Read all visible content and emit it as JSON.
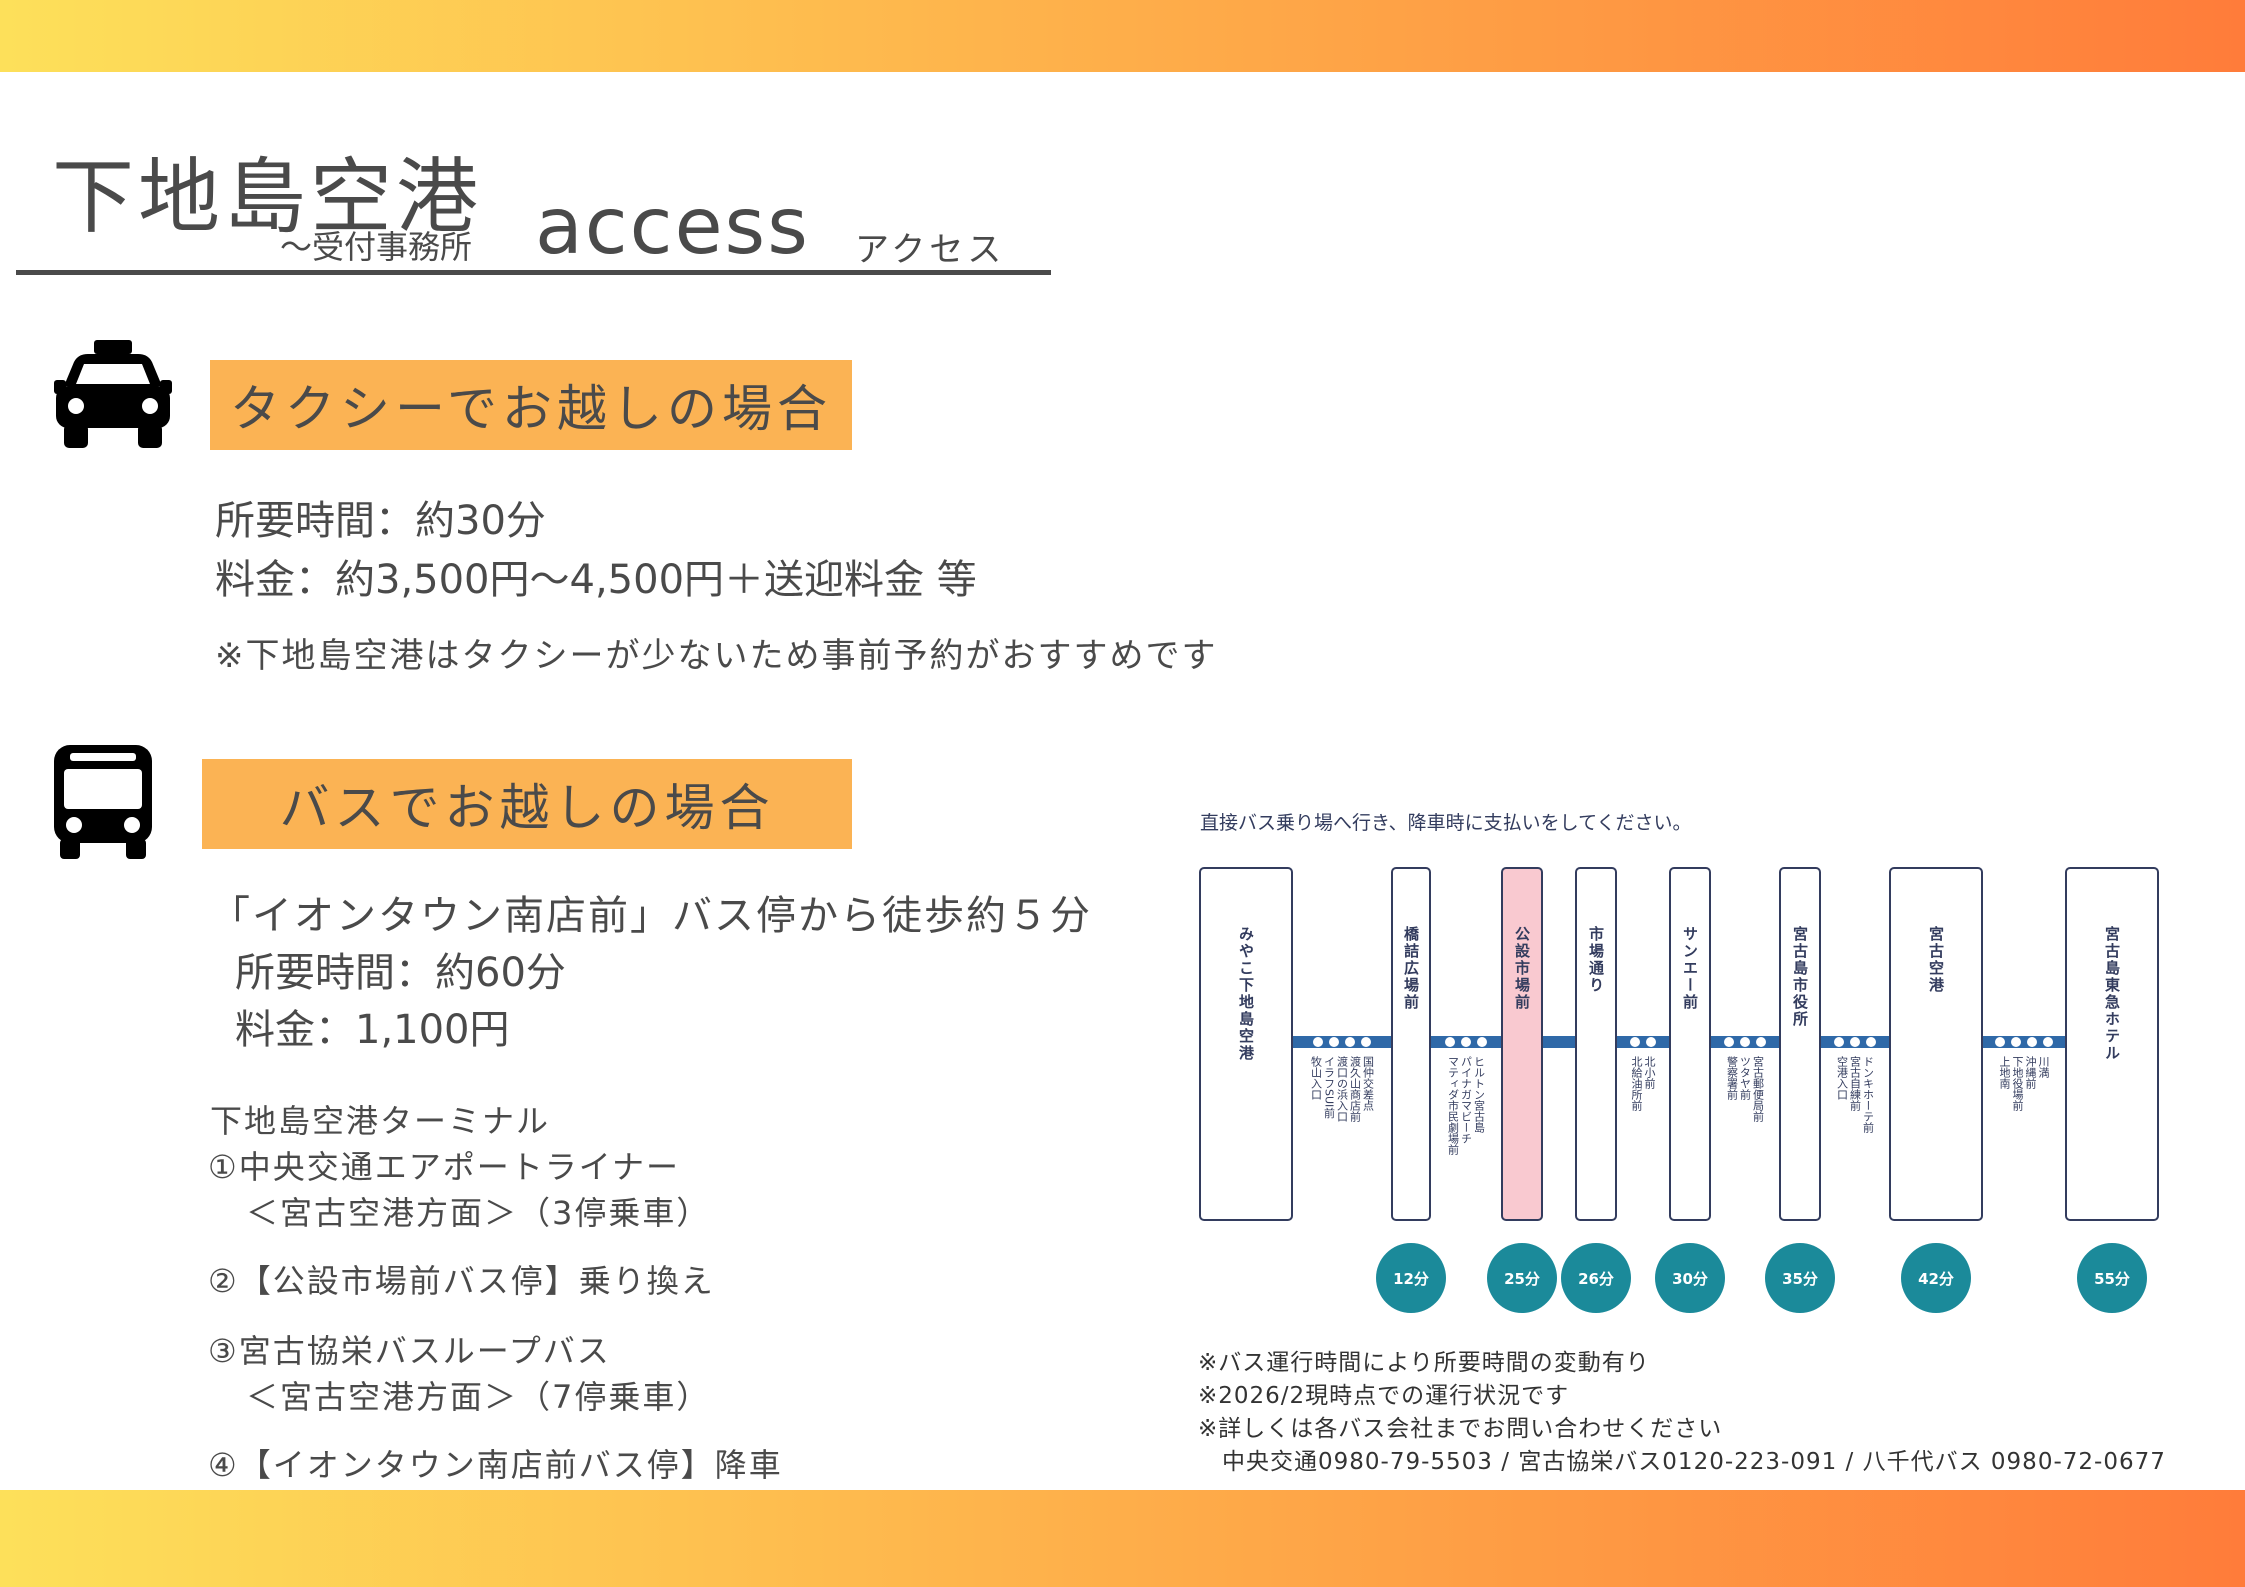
{
  "header": {
    "title": "下地島空港",
    "subtitle": "～受付事務所",
    "access": "access",
    "access_kana": "アクセス"
  },
  "taxi": {
    "heading": "タクシーでお越しの場合",
    "icon": "taxi-icon",
    "time": "所要時間：約30分",
    "fare": "料金：約3,500円～4,500円＋送迎料金 等",
    "note": "※下地島空港はタクシーが少ないため事前予約がおすすめです"
  },
  "bus": {
    "heading": "バスでお越しの場合",
    "icon": "bus-icon",
    "lead": "「イオンタウン南店前」バス停から徒歩約５分",
    "time": "所要時間：約60分",
    "fare": "料金：1,100円",
    "steps": [
      "下地島空港ターミナル",
      "①中央交通エアポートライナー",
      "＜宮古空港方面＞（3停乗車）",
      "②【公設市場前バス停】乗り換え",
      "③宮古協栄バスループバス",
      "＜宮古空港方面＞（7停乗車）",
      "④【イオンタウン南店前バス停】降車"
    ]
  },
  "route": {
    "caption": "直接バス乗り場へ行き、降車時に支払いをしてください。",
    "line_color": "#2f69a8",
    "badge_color": "#1b8a9a",
    "highlight_color": "#f9c9d0",
    "stops": [
      {
        "name": "みやこ下地島空港",
        "minutes": "",
        "highlight": false
      },
      {
        "name": "橋詰広場前",
        "minutes": "12分",
        "highlight": false
      },
      {
        "name": "公設市場前",
        "minutes": "25分",
        "highlight": true
      },
      {
        "name": "市場通り",
        "minutes": "26分",
        "highlight": false
      },
      {
        "name": "サンエー前",
        "minutes": "30分",
        "highlight": false
      },
      {
        "name": "宮古島市役所",
        "minutes": "35分",
        "highlight": false
      },
      {
        "name": "宮古空港",
        "minutes": "42分",
        "highlight": false
      },
      {
        "name": "宮古島東急ホテル",
        "minutes": "55分",
        "highlight": false
      }
    ],
    "between": [
      {
        "dots": 4,
        "labels": [
          "国仲交差点",
          "渡久山商店前",
          "渡口の浜入口",
          "イラフSUI前",
          "牧山入口"
        ]
      },
      {
        "dots": 3,
        "labels": [
          "ヒルトン宮古島",
          "パイナガマビーチ",
          "マティダ市民劇場前"
        ]
      },
      {
        "dots": 0,
        "labels": []
      },
      {
        "dots": 2,
        "labels": [
          "北小前",
          "北給油所前"
        ]
      },
      {
        "dots": 3,
        "labels": [
          "宮古郵便局前",
          "ツタヤ前",
          "警察署前"
        ]
      },
      {
        "dots": 3,
        "labels": [
          "ドンキホーテ前",
          "宮古自練前",
          "空港入口"
        ]
      },
      {
        "dots": 4,
        "labels": [
          "川満",
          "沖縄前",
          "下地役場前",
          "上地南"
        ]
      }
    ]
  },
  "notes": [
    "※バス運行時間により所要時間の変動有り",
    "※2026/2現時点での運行状況です",
    "※詳しくは各バス会社までお問い合わせください",
    "中央交通0980-79-5503 / 宮古協栄バス0120-223-091 / 八千代バス 0980-72-0677"
  ],
  "colors": {
    "band_start": "#fde05a",
    "band_end": "#ff7c3a",
    "section_box": "#fbb354"
  }
}
